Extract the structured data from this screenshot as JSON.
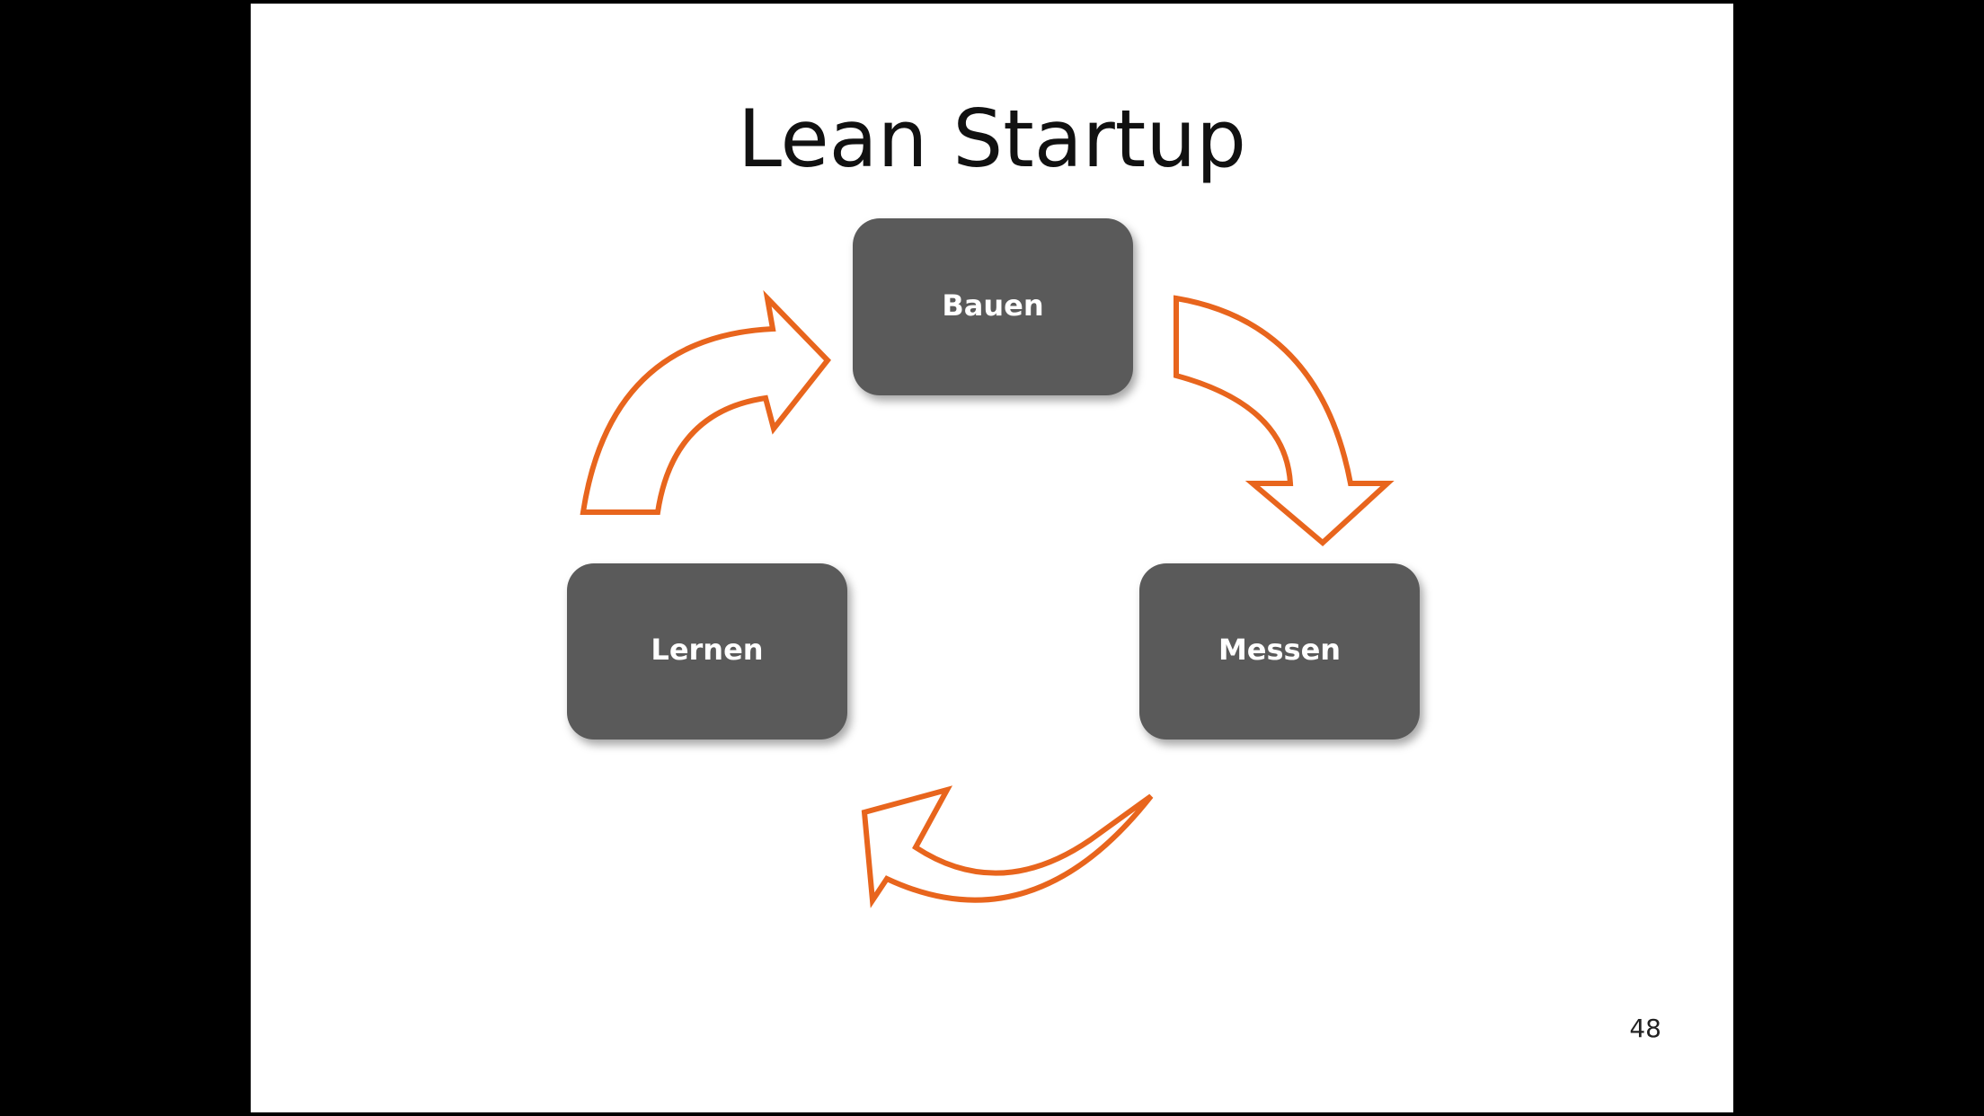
{
  "slide": {
    "title": "Lean Startup",
    "page_number": "48"
  },
  "diagram": {
    "nodes": [
      {
        "id": "bauen",
        "label": "Bauen"
      },
      {
        "id": "messen",
        "label": "Messen"
      },
      {
        "id": "lernen",
        "label": "Lernen"
      }
    ],
    "edges": [
      {
        "from": "bauen",
        "to": "messen"
      },
      {
        "from": "messen",
        "to": "lernen"
      },
      {
        "from": "lernen",
        "to": "bauen"
      }
    ]
  },
  "colors": {
    "node_fill": "#5a5a5a",
    "arrow_stroke": "#e8651d",
    "background": "#ffffff"
  }
}
